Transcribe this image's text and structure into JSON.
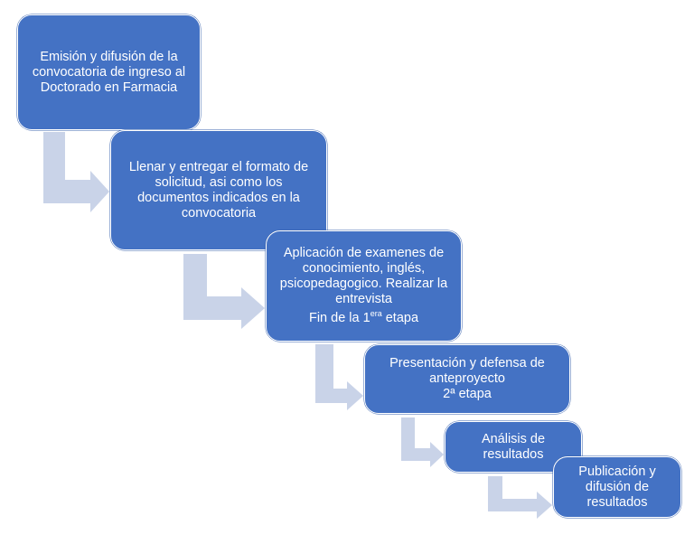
{
  "colors": {
    "box_fill": "#4472c4",
    "arrow_fill": "#c9d3e8",
    "text": "#ffffff"
  },
  "steps": [
    {
      "text": "Emisión y difusión de la convocatoria de ingreso al Doctorado en Farmacia"
    },
    {
      "text": "Llenar y entregar el formato de solicitud, asi como los documentos indicados en la convocatoria"
    },
    {
      "text": "Aplicación de examenes de conocimiento, inglés, psicopedagogico. Realizar la entrevista",
      "sub_prefix": "Fin de la 1",
      "sub_sup": "era",
      "sub_suffix": " etapa"
    },
    {
      "text": "Presentación y defensa de anteproyecto",
      "sub": "2ª etapa"
    },
    {
      "text": "Análisis de resultados"
    },
    {
      "text": "Publicación y difusión de resultados"
    }
  ]
}
